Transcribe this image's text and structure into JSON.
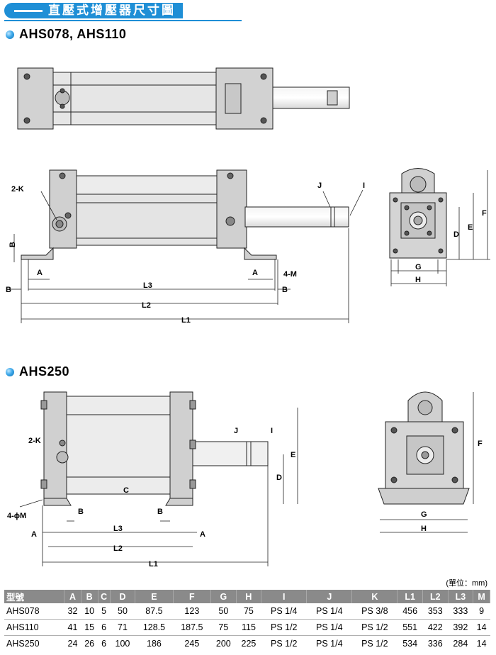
{
  "header": {
    "title": "直壓式增壓器尺寸圖"
  },
  "sections": [
    {
      "title": "AHS078, AHS110"
    },
    {
      "title": "AHS250"
    }
  ],
  "labels_small": {
    "two_k": "2-K",
    "four_m": "4-M",
    "four_phi_m": "4-ϕM",
    "A": "A",
    "B": "B",
    "C": "C",
    "D": "D",
    "E": "E",
    "F": "F",
    "G": "G",
    "H": "H",
    "I": "I",
    "J": "J",
    "L1": "L1",
    "L2": "L2",
    "L3": "L3"
  },
  "unit_note": "(單位：mm)",
  "table": {
    "headers": [
      "型號",
      "A",
      "B",
      "C",
      "D",
      "E",
      "F",
      "G",
      "H",
      "I",
      "J",
      "K",
      "L1",
      "L2",
      "L3",
      "M"
    ],
    "rows": [
      [
        "AHS078",
        "32",
        "10",
        "5",
        "50",
        "87.5",
        "123",
        "50",
        "75",
        "PS 1/4",
        "PS 1/4",
        "PS 3/8",
        "456",
        "353",
        "333",
        "9"
      ],
      [
        "AHS110",
        "41",
        "15",
        "6",
        "71",
        "128.5",
        "187.5",
        "75",
        "115",
        "PS 1/2",
        "PS 1/4",
        "PS 1/2",
        "551",
        "422",
        "392",
        "14"
      ],
      [
        "AHS250",
        "24",
        "26",
        "6",
        "100",
        "186",
        "245",
        "200",
        "225",
        "PS 1/2",
        "PS 1/4",
        "PS 1/2",
        "534",
        "336",
        "284",
        "14"
      ]
    ]
  }
}
